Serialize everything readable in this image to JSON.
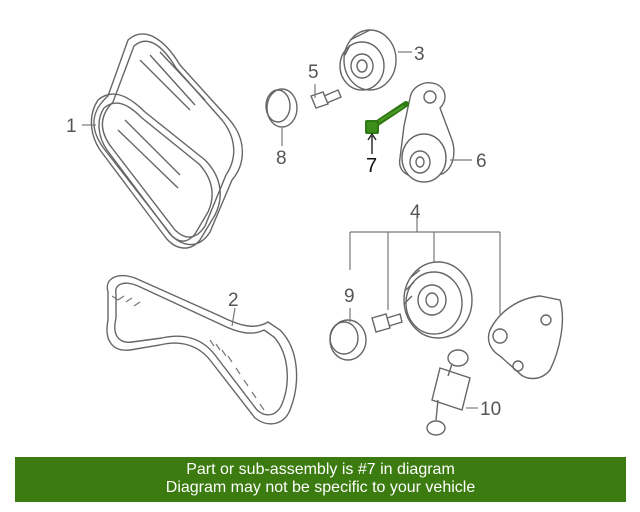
{
  "diagram": {
    "callouts": [
      "1",
      "2",
      "3",
      "4",
      "5",
      "6",
      "7",
      "8",
      "9",
      "10"
    ],
    "highlighted_part": "7",
    "highlight_color": "#3b8a1a"
  },
  "banner": {
    "line1": "Part or sub-assembly is #7 in diagram",
    "line2": "Diagram may not be specific to your vehicle",
    "background": "#3b7b10"
  }
}
